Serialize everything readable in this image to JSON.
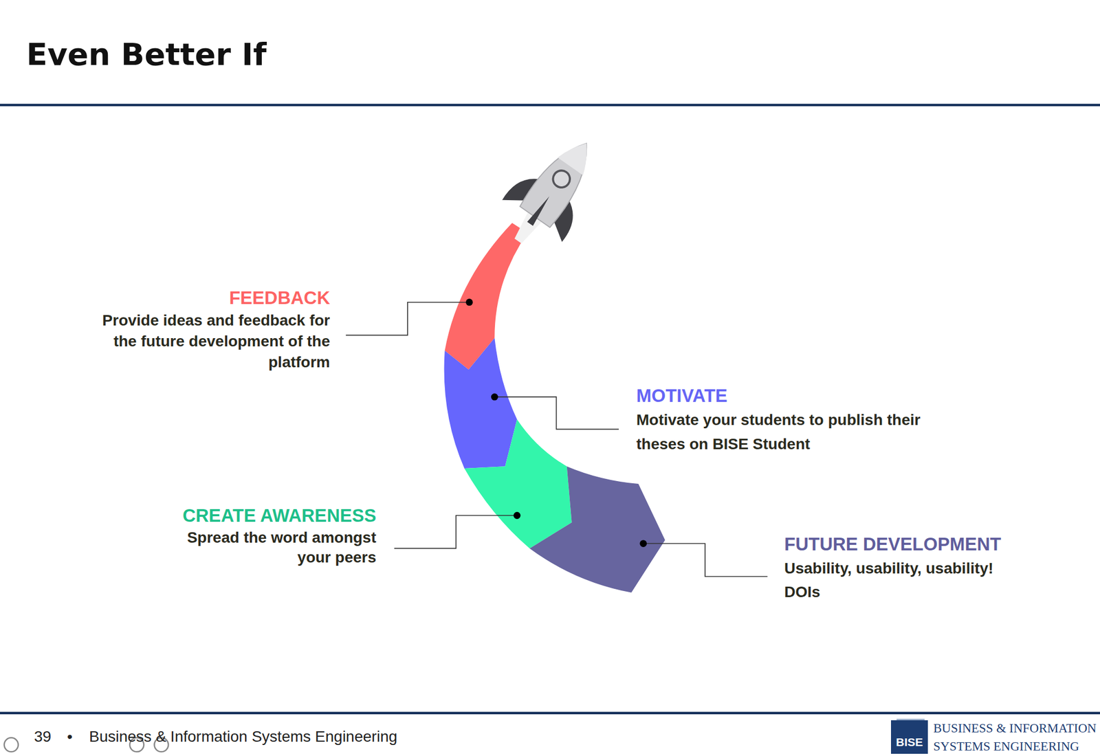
{
  "diagram": {
    "title": "Even Better If",
    "nodes": [
      {
        "text": [
          "FEEDBACK",
          "Provide ideas and feedback for the future development of the platform"
        ]
      },
      {
        "text": [
          "MOTIVATE",
          "Motivate your students to publish their theses on BISE Student"
        ]
      },
      {
        "text": [
          "CREATE AWARENESS",
          "Spread the word amongst your peers"
        ]
      },
      {
        "text": [
          "FUTURE DEVELOPMENT",
          "Usability, usability, usability!",
          "DOIs"
        ]
      },
      {
        "text": [
          "BISE"
        ]
      }
    ],
    "labels": [
      "39",
      "•",
      "Business & Information Systems Engineering",
      "BUSINESS & INFORMATION",
      "SYSTEMS ENGINEERING"
    ]
  }
}
